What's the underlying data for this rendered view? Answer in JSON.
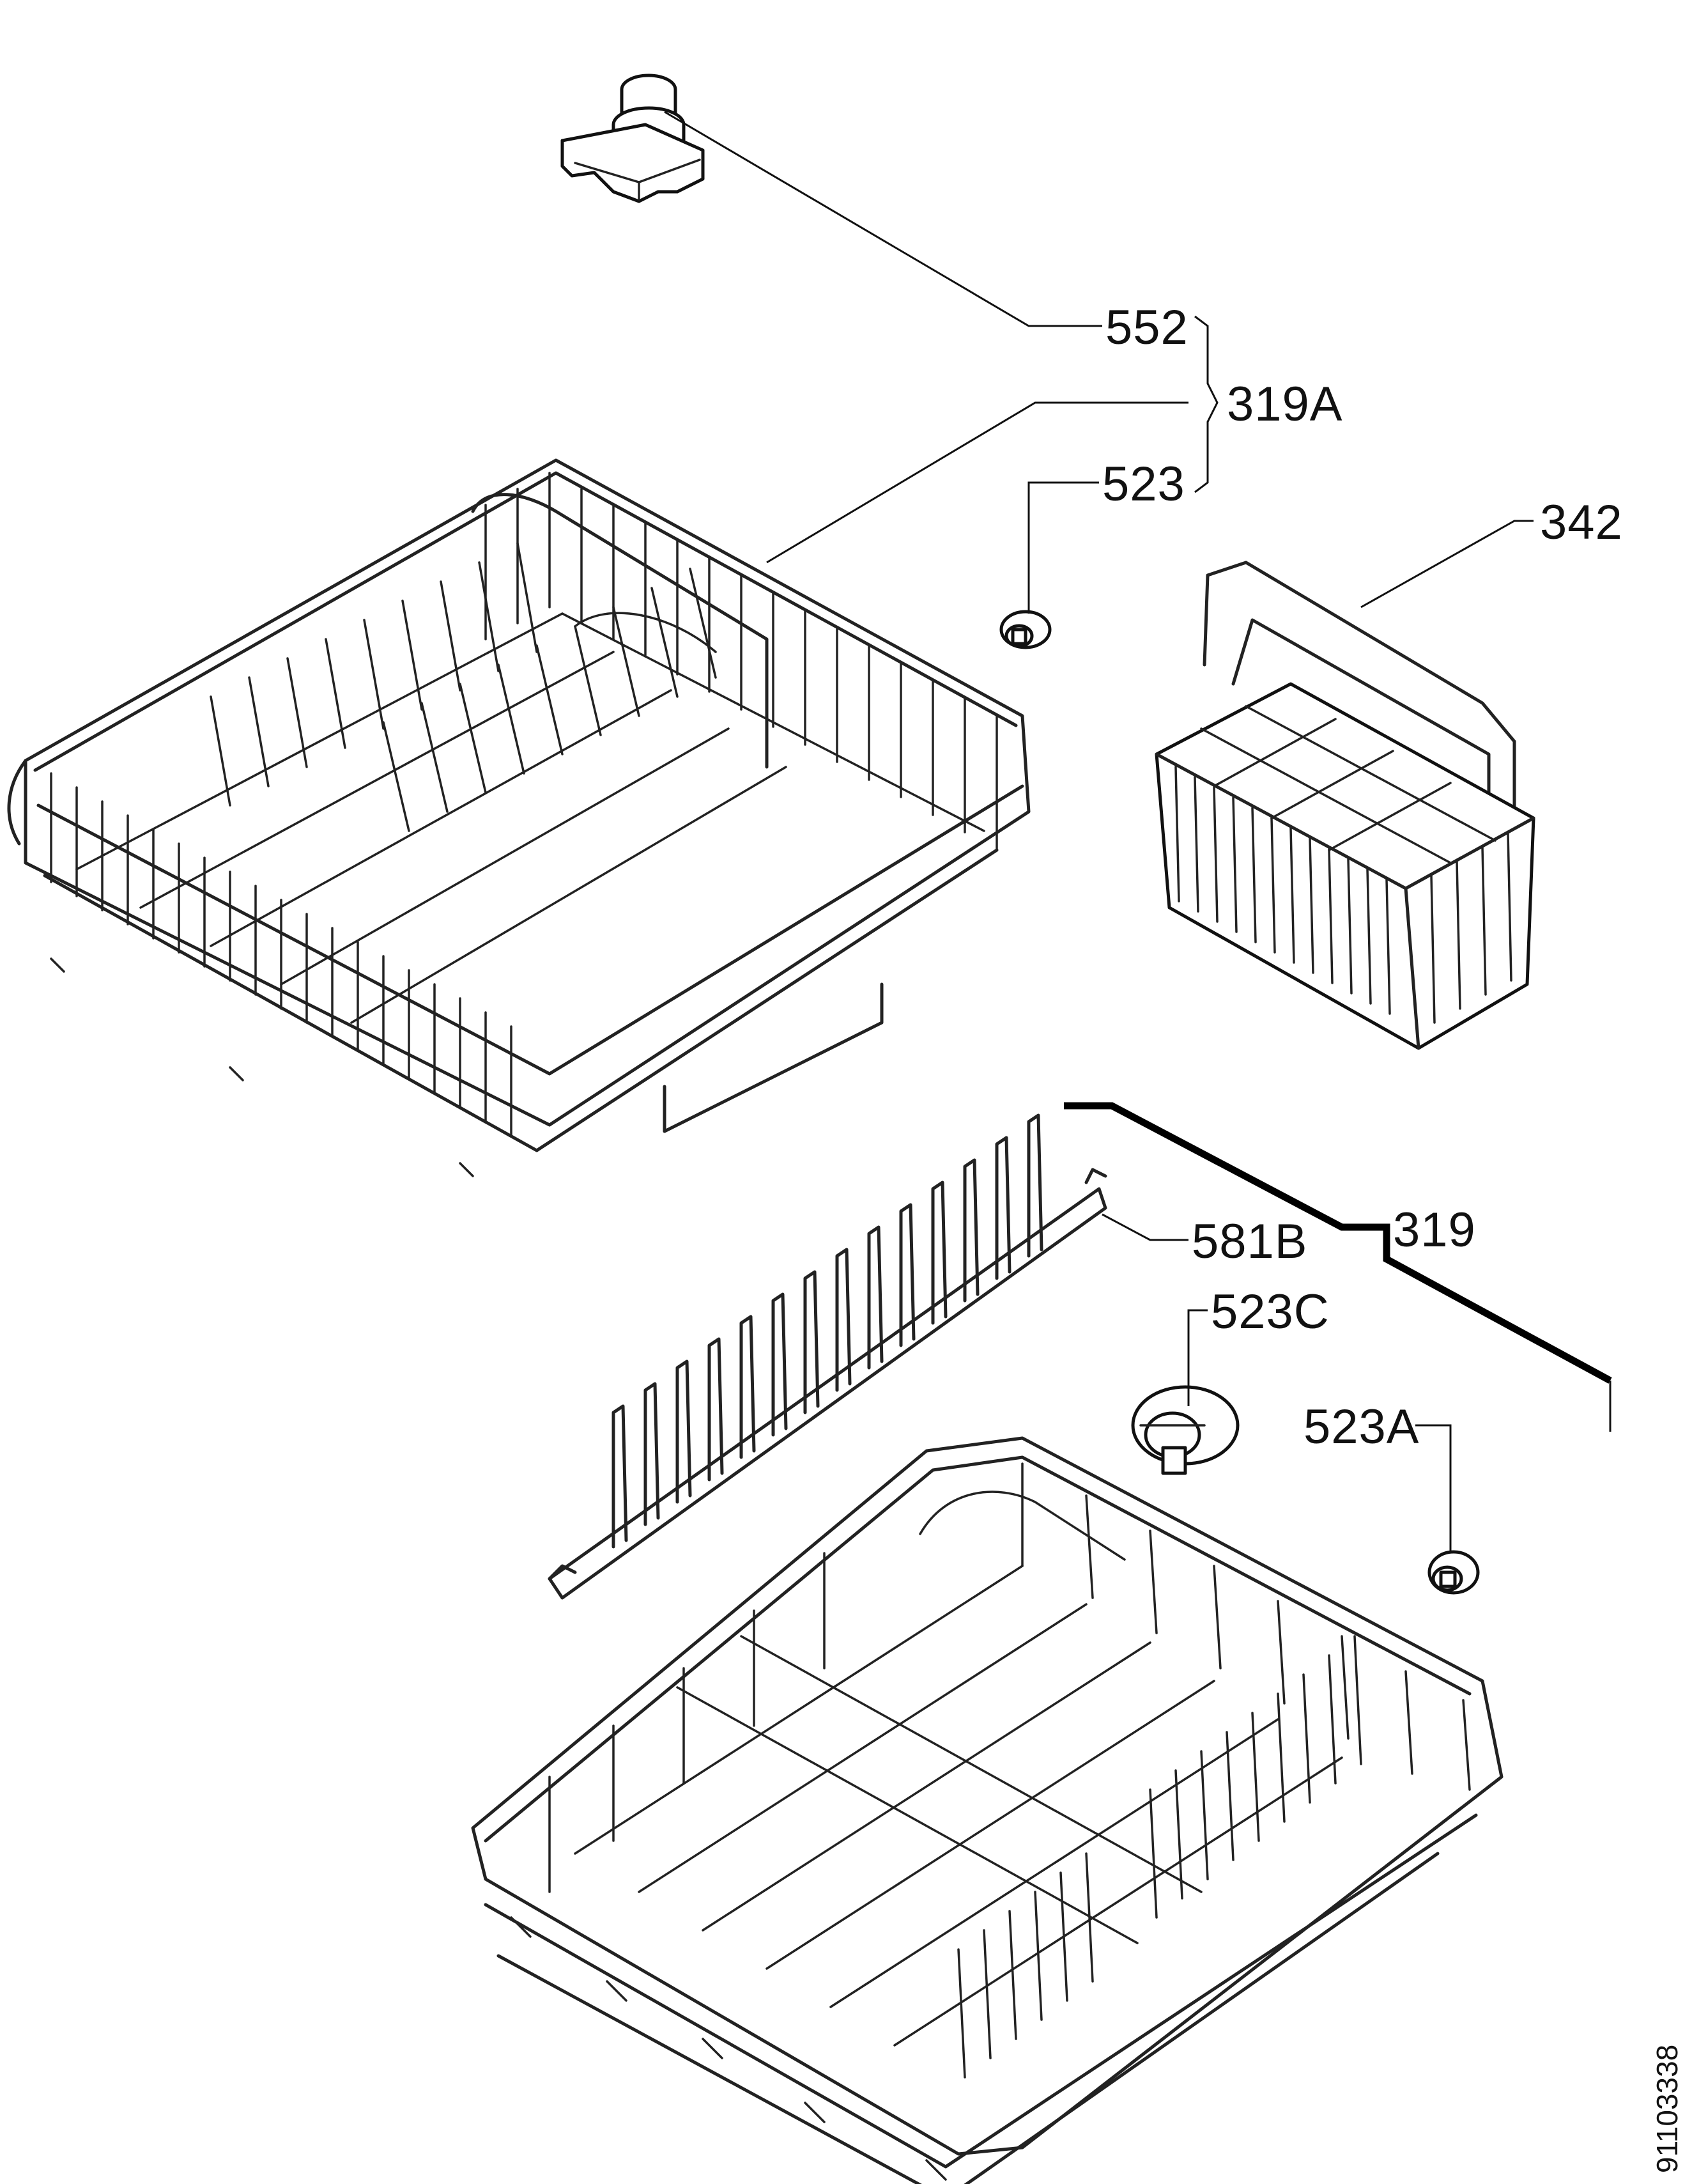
{
  "labels": {
    "l552": "552",
    "l319a": "319A",
    "l523": "523",
    "l342": "342",
    "l581b": "581B",
    "l319": "319",
    "l523c": "523C",
    "l523a": "523A"
  },
  "document_number": "91103338"
}
